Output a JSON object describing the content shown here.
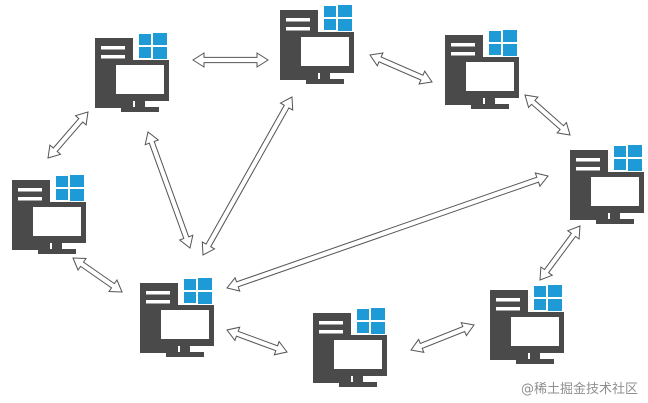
{
  "diagram": {
    "colors": {
      "tower": "#4a4a4a",
      "tower_slot": "#ffffff",
      "monitor_frame": "#4a4a4a",
      "monitor_screen": "#ffffff",
      "windows_logo": "#1e9ad6",
      "arrow_stroke": "#555555",
      "arrow_fill": "#ffffff"
    },
    "nodes": [
      {
        "id": "pc-1",
        "icon": "windows-pc-icon"
      },
      {
        "id": "pc-2",
        "icon": "windows-pc-icon"
      },
      {
        "id": "pc-3",
        "icon": "windows-pc-icon"
      },
      {
        "id": "pc-4",
        "icon": "windows-pc-icon"
      },
      {
        "id": "pc-5",
        "icon": "windows-pc-icon"
      },
      {
        "id": "pc-6",
        "icon": "windows-pc-icon"
      },
      {
        "id": "pc-7",
        "icon": "windows-pc-icon"
      },
      {
        "id": "pc-8",
        "icon": "windows-pc-icon"
      }
    ],
    "links": [
      {
        "from": "pc-1",
        "to": "pc-2",
        "direction": "bidirectional"
      },
      {
        "from": "pc-2",
        "to": "pc-3",
        "direction": "bidirectional"
      },
      {
        "from": "pc-3",
        "to": "pc-4",
        "direction": "bidirectional"
      },
      {
        "from": "pc-1",
        "to": "pc-5",
        "direction": "bidirectional"
      },
      {
        "from": "pc-1",
        "to": "pc-6",
        "direction": "bidirectional"
      },
      {
        "from": "pc-2",
        "to": "pc-6",
        "direction": "bidirectional"
      },
      {
        "from": "pc-4",
        "to": "pc-6",
        "direction": "bidirectional"
      },
      {
        "from": "pc-5",
        "to": "pc-6",
        "direction": "bidirectional"
      },
      {
        "from": "pc-6",
        "to": "pc-7",
        "direction": "bidirectional"
      },
      {
        "from": "pc-7",
        "to": "pc-8",
        "direction": "bidirectional"
      },
      {
        "from": "pc-4",
        "to": "pc-8",
        "direction": "bidirectional"
      }
    ]
  },
  "watermark": "@稀土掘金技术社区"
}
